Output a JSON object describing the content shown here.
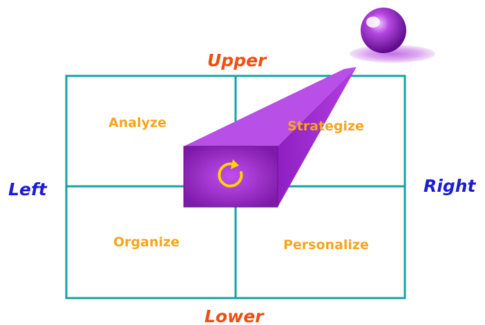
{
  "axes": {
    "upper": "Upper",
    "lower": "Lower",
    "left": "Left",
    "right": "Right"
  },
  "quadrants": {
    "top_left": "Analyze",
    "top_right": "Strategize",
    "bottom_left": "Organize",
    "bottom_right": "Personalize"
  },
  "colors": {
    "grid": "#12a3a3",
    "axis_vertical_text": "#f04e12",
    "axis_horizontal_text": "#1c1cd6",
    "quadrant_text": "#f7a41b",
    "prism": "#9b2fd3",
    "sphere": "#a12cc9",
    "cycle_arrow": "#ffd400"
  },
  "icons": {
    "center": "cycle-arrow-icon",
    "pointer": "sphere-icon"
  }
}
